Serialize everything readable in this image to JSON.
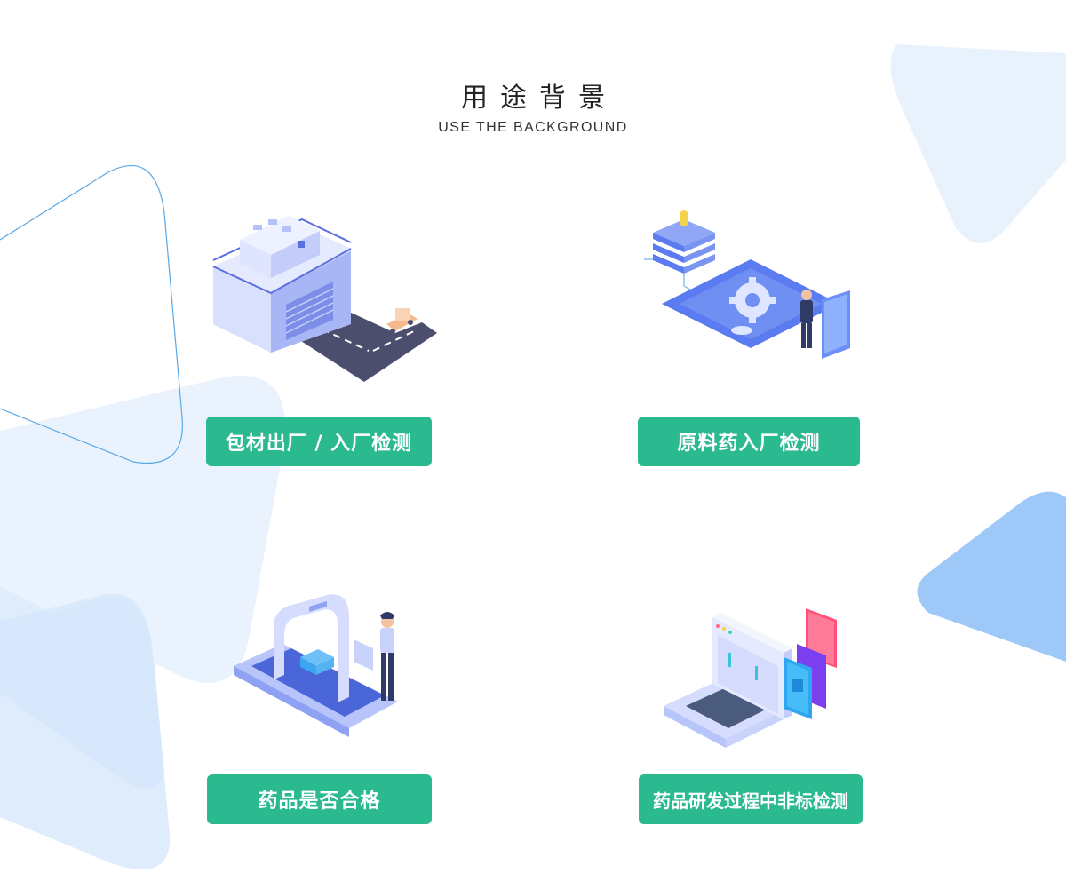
{
  "header": {
    "title_cn": "用途背景",
    "title_en": "USE THE BACKGROUND"
  },
  "cards": [
    {
      "label": "包材出厂 / 入厂检测",
      "illustration": "factory-loading-icon"
    },
    {
      "label": "原料药入厂检测",
      "illustration": "data-platform-icon"
    },
    {
      "label": "药品是否合格",
      "illustration": "security-scanner-icon"
    },
    {
      "label": "药品研发过程中非标检测",
      "illustration": "computer-testing-icon"
    }
  ],
  "colors": {
    "button": "#2bb98f",
    "accent_blue": "#5b7cf0",
    "light_blue_shape": "#e8f2fd",
    "mid_blue_shape": "#9ec8f8"
  }
}
